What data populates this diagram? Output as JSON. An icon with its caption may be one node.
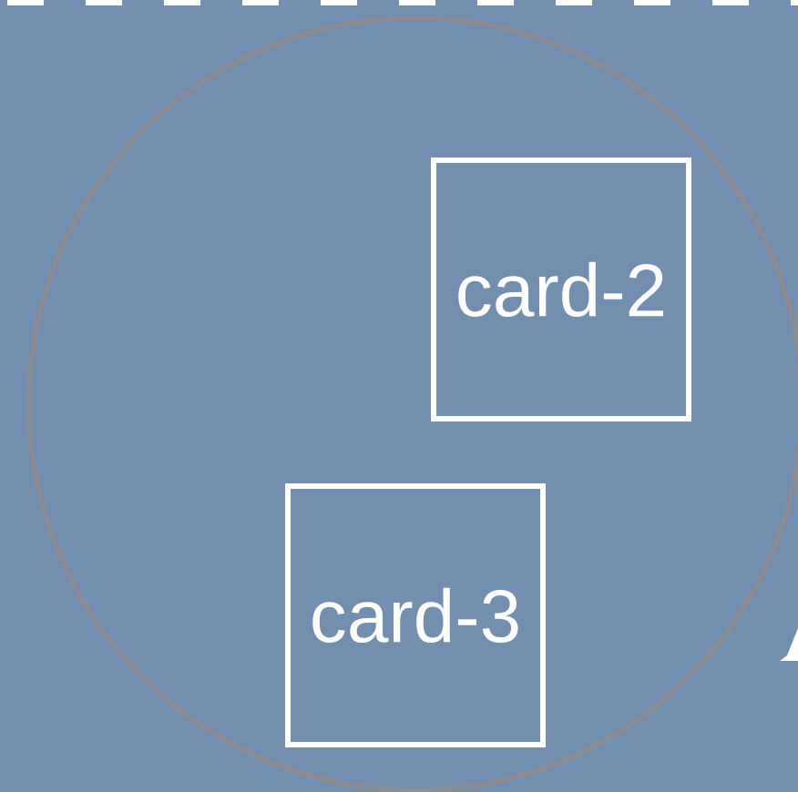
{
  "diagram": {
    "nodes": [
      {
        "text": [],
        "shape": "circle"
      },
      {
        "text": [
          "card-2"
        ],
        "in": 0
      },
      {
        "text": [
          "card-3"
        ],
        "in": 0
      }
    ]
  }
}
